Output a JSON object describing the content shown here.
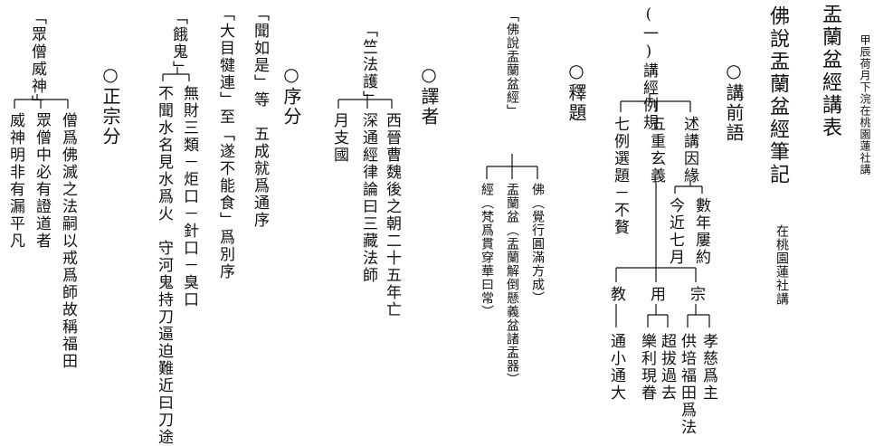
{
  "colors": {
    "ink": "#111111",
    "paper": "#ffffff"
  },
  "header": {
    "date_note": "甲辰荷月下浣在桃園蓮社講",
    "title_table": "盂蘭盆經講表",
    "title_notes": "佛說盂蘭盆經筆記",
    "venue": "在桃園蓮社講"
  },
  "preface": {
    "heading": "○講前語",
    "branch_numbered": "(一)講經例規",
    "sub_reason": "述講因緣",
    "reason_a": "數年屢約",
    "reason_b": "今近七月",
    "sub_five": "五重玄義",
    "sub_seven": "七例選題－不贅",
    "zong": "宗",
    "zong_a": "孝慈爲主",
    "zong_b": "供培福田爲法",
    "yong": "用",
    "yong_a": "超拔過去",
    "yong_b": "樂利現眷",
    "jiao": "教",
    "jiao_a": "通小通大"
  },
  "title_expl": {
    "heading": "○釋題",
    "root": "「佛說盂蘭盆經」",
    "fo": "佛（覺行圓滿方成）",
    "yulanpen": "盂蘭盆（盂蘭解倒懸義盆諸盂器）",
    "jing": "經（梵爲貫穿華曰常）"
  },
  "translator": {
    "heading": "○譯者",
    "root": "「竺法護」",
    "item_a": "西晉曹魏後之朝二十五年亡",
    "item_b": "深通經律論曰三藏法師",
    "item_c": "月支國"
  },
  "preface_sec": {
    "heading": "○序分",
    "line_a": "「聞如是」等　五成就爲通序",
    "line_b": "「大目犍連」至「遂不能食」爲別序",
    "hungry": "「餓鬼」",
    "hungry_a": "無財三類－炬口－針口－臭口",
    "hungry_b": "不聞水名見水爲火　守河鬼持刀逼迫難近曰刀途"
  },
  "main_sec": {
    "heading": "○正宗分",
    "root": "「眾僧威神」",
    "item_a": "僧爲佛滅之法嗣以戒爲師故稱福田",
    "item_b": "眾僧中必有證道者",
    "item_c": "威神明非有漏平凡"
  }
}
